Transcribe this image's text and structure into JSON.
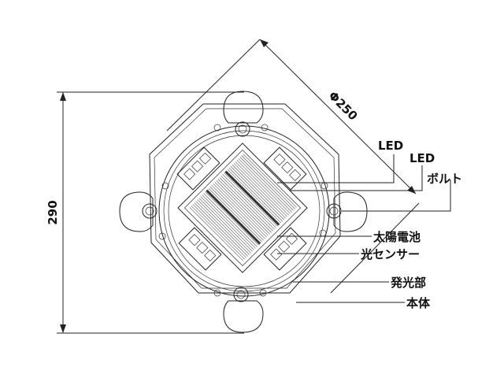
{
  "labels": {
    "led1": "LED",
    "led2": "LED",
    "bolt": "ボルト",
    "solar": "太陽電池",
    "sensor": "光センサー",
    "emitter": "発光部",
    "body": "本体"
  },
  "dimensions": {
    "diameter": "Φ250",
    "height": "290"
  },
  "colors": {
    "line": "#222222",
    "text": "#111111"
  }
}
